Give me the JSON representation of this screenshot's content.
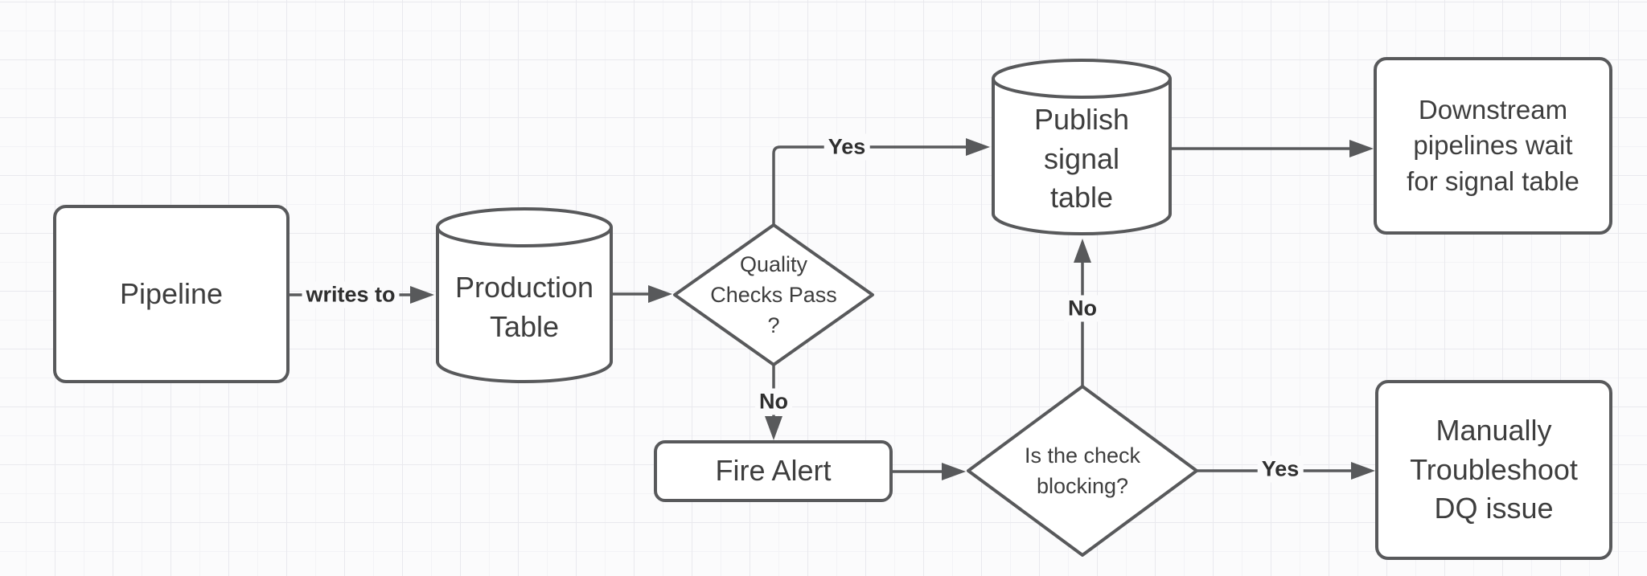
{
  "app": {
    "type": "flowchart-canvas"
  },
  "colors": {
    "canvas_background": "#fbfbfc",
    "grid_minor": "#f3f3f6",
    "grid_major": "#e9e9ee",
    "shape_fill": "#ffffff",
    "shape_stroke": "#58595b",
    "shape_text": "#3e3e3e",
    "edge_stroke": "#58595b",
    "edge_label_text": "#2f2f2f"
  },
  "nodes": {
    "pipeline": {
      "label": "Pipeline",
      "shape": "rounded-rectangle"
    },
    "production_table": {
      "label": "Production\nTable",
      "shape": "cylinder"
    },
    "quality_checks": {
      "label": "Quality\nChecks Pass\n?",
      "shape": "diamond"
    },
    "publish_signal": {
      "label": "Publish\nsignal\ntable",
      "shape": "cylinder"
    },
    "downstream_wait": {
      "label": "Downstream\npipelines wait\nfor signal table",
      "shape": "rounded-rectangle"
    },
    "fire_alert": {
      "label": "Fire Alert",
      "shape": "rounded-rectangle"
    },
    "check_blocking": {
      "label": "Is the check\nblocking?",
      "shape": "diamond"
    },
    "manual_troubleshoot": {
      "label": "Manually\nTroubleshoot\nDQ issue",
      "shape": "rounded-rectangle"
    }
  },
  "edges": {
    "writes_to": {
      "label": "writes to",
      "from": "pipeline",
      "to": "production_table"
    },
    "prod_to_qc": {
      "label": "",
      "from": "production_table",
      "to": "quality_checks"
    },
    "quality_yes": {
      "label": "Yes",
      "from": "quality_checks",
      "to": "publish_signal"
    },
    "quality_no": {
      "label": "No",
      "from": "quality_checks",
      "to": "fire_alert"
    },
    "alert_to_blk": {
      "label": "",
      "from": "fire_alert",
      "to": "check_blocking"
    },
    "blocking_no": {
      "label": "No",
      "from": "check_blocking",
      "to": "publish_signal"
    },
    "blocking_yes": {
      "label": "Yes",
      "from": "check_blocking",
      "to": "manual_troubleshoot"
    },
    "pub_to_down": {
      "label": "",
      "from": "publish_signal",
      "to": "downstream_wait"
    }
  }
}
